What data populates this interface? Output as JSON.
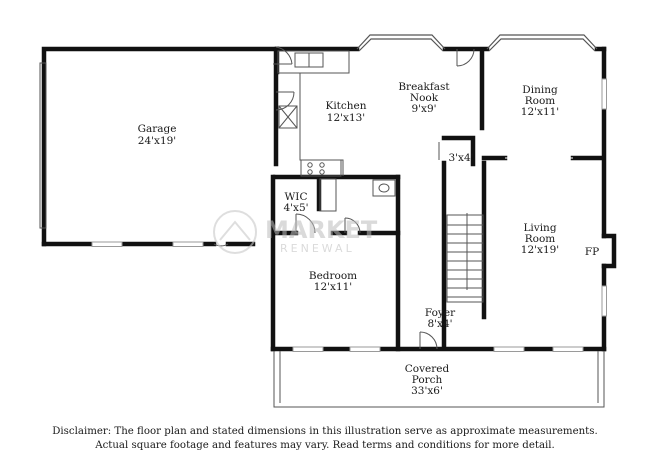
{
  "rooms": {
    "garage": {
      "name": "Garage",
      "dim": "24'x19'"
    },
    "kitchen": {
      "name": "Kitchen",
      "dim": "12'x13'"
    },
    "breakfast_nook": {
      "name_line1": "Breakfast",
      "name_line2": "Nook",
      "dim": "9'x9'"
    },
    "dining_room": {
      "name_line1": "Dining",
      "name_line2": "Room",
      "dim": "12'x11'"
    },
    "closet": {
      "dim": "3'x4'"
    },
    "wic": {
      "name": "WIC",
      "dim": "4'x5'"
    },
    "living_room": {
      "name_line1": "Living",
      "name_line2": "Room",
      "dim": "12'x19'"
    },
    "fireplace": {
      "name": "FP"
    },
    "bedroom": {
      "name": "Bedroom",
      "dim": "12'x11'"
    },
    "foyer": {
      "name": "Foyer",
      "dim": "8'x4'"
    },
    "covered_porch": {
      "name_line1": "Covered",
      "name_line2": "Porch",
      "dim": "33'x6'"
    }
  },
  "watermark": {
    "line1": "MARKET",
    "line2": "RENEWAL"
  },
  "disclaimer": {
    "line1": "Disclaimer: The floor plan and stated dimensions in this illustration serve as approximate measurements.",
    "line2": "Actual square footage and features may vary. Read terms and conditions for more detail."
  },
  "colors": {
    "wall": "#111111",
    "thin_line": "#555555",
    "window": "#9a9a9a"
  }
}
